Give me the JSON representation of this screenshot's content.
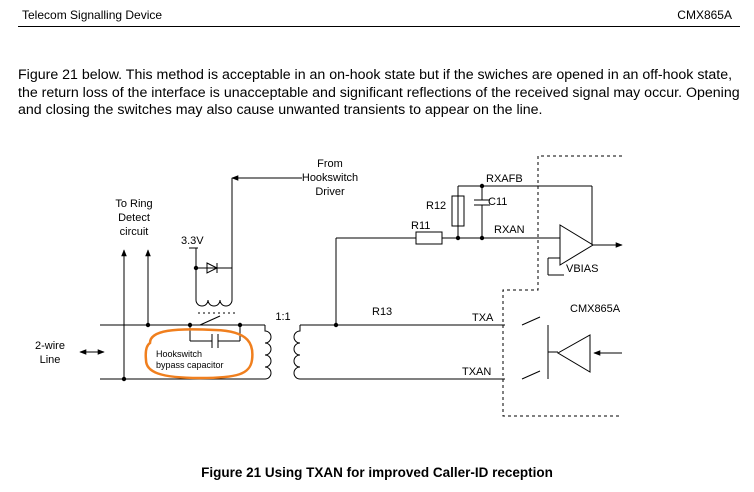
{
  "header": {
    "left": "Telecom Signalling Device",
    "right": "CMX865A"
  },
  "body_text": "Figure 21 below. This method is acceptable in an on-hook state but if the swiches are opened in an off-hook state, the return loss of the interface is unacceptable and significant reflections of the received signal may occur. Opening and closing the switches may also cause unwanted transients to appear on the line.",
  "diagram": {
    "from_hookswitch": [
      "From",
      "Hookswitch",
      "Driver"
    ],
    "to_ring_detect": [
      "To Ring",
      "Detect",
      "circuit"
    ],
    "supply_label": "3.3V",
    "two_wire_line": [
      "2-wire",
      "Line"
    ],
    "transformer_ratio": "1:1",
    "capacitor_note": [
      "Hookswitch",
      "bypass capacitor"
    ],
    "r12": "R12",
    "c11": "C11",
    "r11": "R11",
    "r13": "R13",
    "rxafb": "RXAFB",
    "rxan": "RXAN",
    "txa": "TXA",
    "txan": "TXAN",
    "vbias": "VBIAS",
    "chip": "CMX865A",
    "highlight_color": "#f07f1e"
  },
  "caption": "Figure 21  Using TXAN for improved Caller-ID reception"
}
